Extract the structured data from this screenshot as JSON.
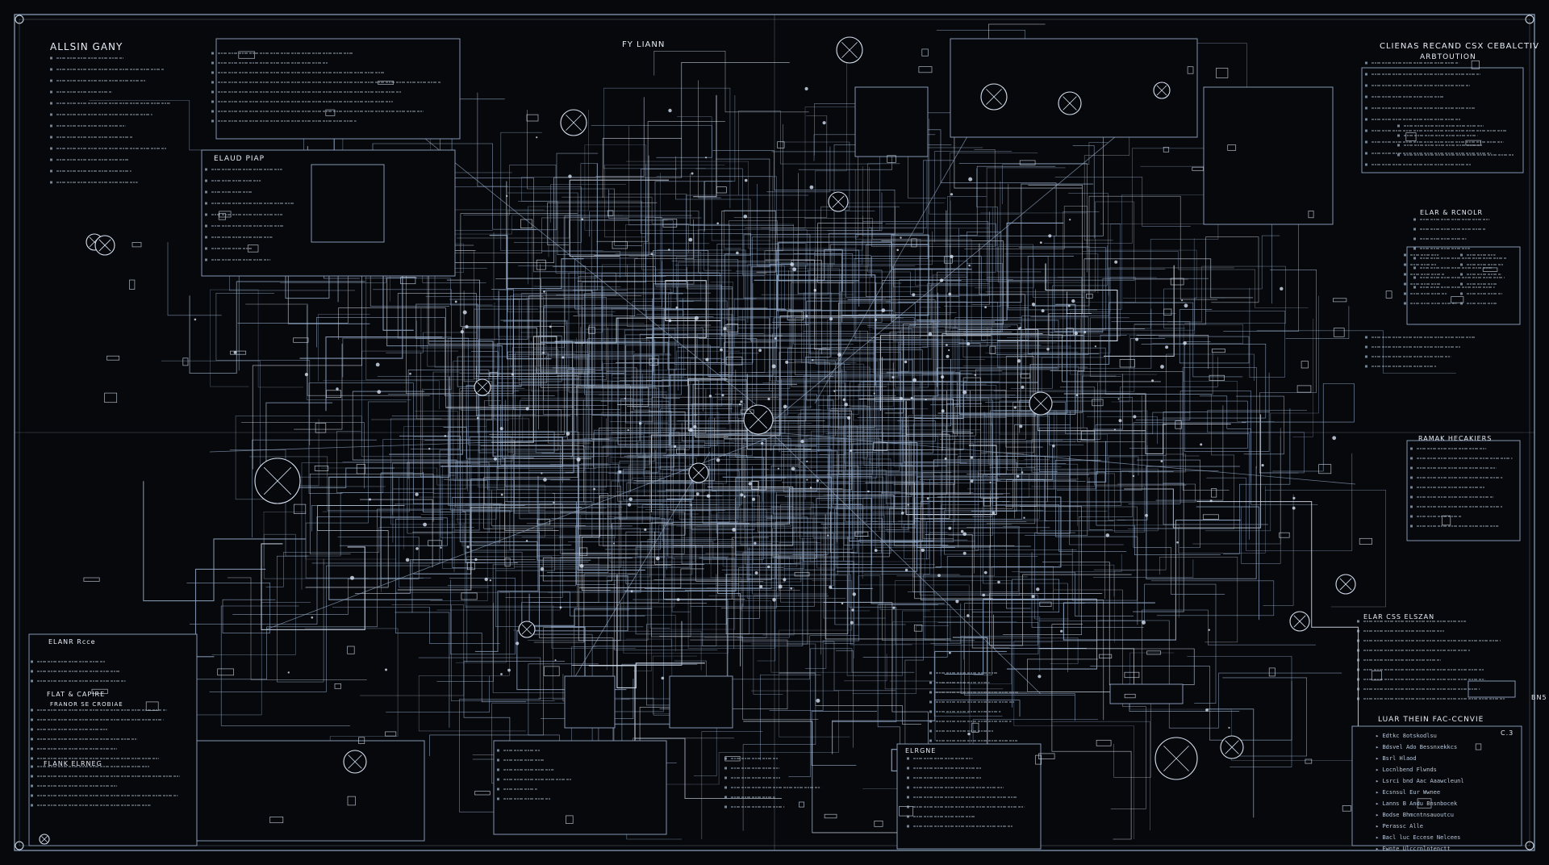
{
  "titles": {
    "top_left": "ALLSIN GANY",
    "top_center": "FY LIANN",
    "top_right_line1": "CLIENAS RECAND CSX CEBALCTIV",
    "top_right_line2": "ARBTOUTION",
    "left_box": "ELAUD PIAP",
    "right_mid": "ELAR & RCNOLR",
    "right_mid2": "RAMAK HECAKIERS",
    "right_lower": "ELAR CSS ELSZAN",
    "bottom_right": "LUAR THEIN FAC-CCNVIE",
    "bottom_left_1": "ELANR Rcce",
    "bottom_left_2": "FLAT & CAPIRE",
    "bottom_left_3": "FRANOR SE CROBIAE",
    "bottom_left_4": "FLANK ELRNEG",
    "bottom_center": "ELRGNE",
    "bottom_right_code": "C.3",
    "side_code": "BN5"
  },
  "legend_rows": {
    "bottom_right": [
      "Edtkc 8otskodlsu",
      "Bdsvel Ado Bessnxekkcs",
      "Bsrl Hlaod",
      "Locnlbend Flwnds",
      "Lsrci bnd Aac Aaawcleunl",
      "Ecsnsul Eur Wwnee",
      "Lanns B Andu Bnsnbocek",
      "Bodse Bhmcntnsauoutcu",
      "Perassc Alle",
      "Bacl luc Eccese Nelcees",
      "Ewnte Ulccrnlntenctt"
    ]
  },
  "colors": {
    "background": "#07080b",
    "line": "#8fa6c4",
    "line_bright": "#d6e2f2"
  }
}
